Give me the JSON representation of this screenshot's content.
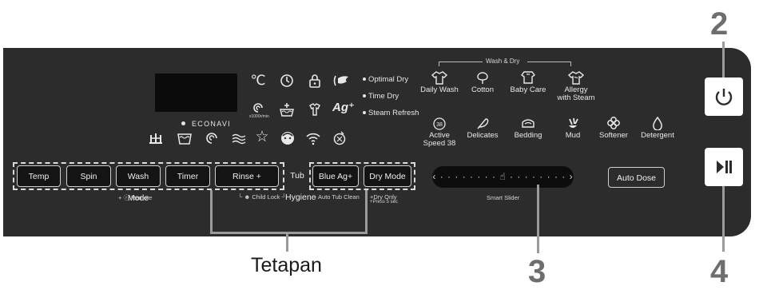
{
  "callouts": {
    "n2": "2",
    "n3": "3",
    "n4": "4",
    "tetapan": "Tetapan"
  },
  "brand": {
    "econavi": "ECONAVI"
  },
  "dry_options": [
    "Optimal Dry",
    "Time Dry",
    "Steam Refresh"
  ],
  "wash_dry_label": "Wash & Dry",
  "programs": {
    "daily_wash": "Daily Wash",
    "cotton": "Cotton",
    "baby_care": "Baby Care",
    "allergy_line1": "Allergy",
    "allergy_line2": "with Steam",
    "active_line1": "Active",
    "active_line2": "Speed 38",
    "delicates": "Delicates",
    "bedding": "Bedding",
    "mud": "Mud",
    "softener": "Softener",
    "detergent": "Detergent"
  },
  "icons": {
    "temp_unit": "℃",
    "spin_unit": "x1000r/min",
    "active_badge": "38"
  },
  "buttons": {
    "temp": "Temp",
    "spin": "Spin",
    "wash_mode": "Wash Mode",
    "timer": "Timer",
    "rinse": "Rinse +",
    "tub_hygiene": "Tub Hygiene",
    "blue_ag": "Blue Ag+",
    "dry_mode": "Dry Mode",
    "auto_dose": "Auto Dose"
  },
  "sublabels": {
    "remote": "+ ⓡ Remote",
    "child_lock": "Child Lock",
    "auto_tub_clean": "+ Auto Tub Clean",
    "dry_only": "+Dry Only",
    "press_5_sec": "+Press 5 sec"
  },
  "slider": {
    "track": "‹ · · · · · · · ·  ☝  · · · · · · · · ›",
    "label": "Smart Slider"
  },
  "colors": {
    "panel": "#2c2c2c",
    "text": "#e8e8e8",
    "callout": "#6e6e6e"
  }
}
